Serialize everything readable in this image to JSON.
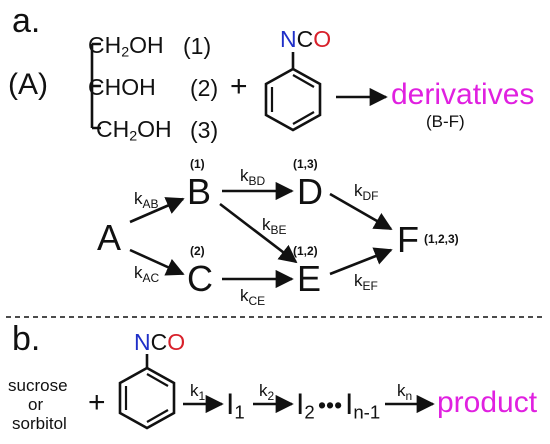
{
  "part_a": {
    "label": "a.",
    "reactant_label": "(A)",
    "glycerol_groups": [
      {
        "formula_main": "CH",
        "formula_sub": "2",
        "formula_tail": "OH",
        "pos": "(1)"
      },
      {
        "formula_main": "CHOH",
        "formula_sub": "",
        "formula_tail": "",
        "pos": "(2)"
      },
      {
        "formula_main": "CH",
        "formula_sub": "2",
        "formula_tail": "OH",
        "pos": "(3)"
      }
    ],
    "plus": "+",
    "nco": {
      "n": "N",
      "c": "C",
      "o": "O"
    },
    "product": "derivatives",
    "product_range": "(B-F)",
    "nodes": {
      "A": "A",
      "B": "B",
      "C": "C",
      "D": "D",
      "E": "E",
      "F": "F",
      "B_pos": "(1)",
      "C_pos": "(2)",
      "D_pos": "(1,3)",
      "E_pos": "(1,2)",
      "F_pos": "(1,2,3)"
    },
    "rates": {
      "AB": {
        "k": "k",
        "sub": "AB"
      },
      "AC": {
        "k": "k",
        "sub": "AC"
      },
      "BD": {
        "k": "k",
        "sub": "BD"
      },
      "BE": {
        "k": "k",
        "sub": "BE"
      },
      "CE": {
        "k": "k",
        "sub": "CE"
      },
      "DF": {
        "k": "k",
        "sub": "DF"
      },
      "EF": {
        "k": "k",
        "sub": "EF"
      }
    }
  },
  "part_b": {
    "label": "b.",
    "reactant_line1": "sucrose",
    "reactant_line2": "or",
    "reactant_line3": "sorbitol",
    "plus": "+",
    "nco": {
      "n": "N",
      "c": "C",
      "o": "O"
    },
    "intermediates": [
      {
        "main": "I",
        "sub": "1"
      },
      {
        "main": "I",
        "sub": "2"
      },
      {
        "main": "I",
        "sub": "n-1"
      }
    ],
    "dots": "•••",
    "rates": [
      {
        "k": "k",
        "sub": "1"
      },
      {
        "k": "k",
        "sub": "2"
      },
      {
        "k": "k",
        "sub": "n"
      }
    ],
    "product": "product"
  },
  "colors": {
    "magenta": "#e020e0",
    "nitrogen": "#1f2fc8",
    "oxygen": "#d8202a"
  }
}
